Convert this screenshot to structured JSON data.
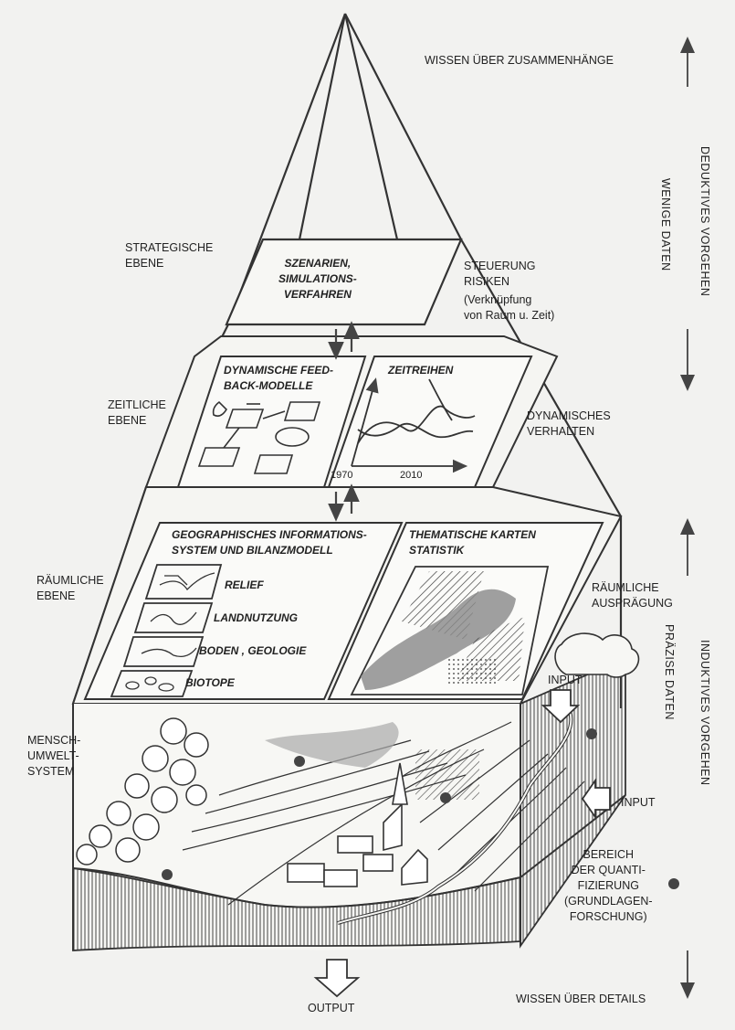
{
  "header": {
    "top_text": "WISSEN ÜBER ZUSAMMENHÄNGE",
    "bottom_text": "WISSEN ÜBER DETAILS"
  },
  "right_axis": {
    "deduktiv": "DEDUKTIVES VORGEHEN",
    "wenige": "WENIGE DATEN",
    "induktiv": "INDUKTIVES VORGEHEN",
    "praezise": "PRÄZISE DATEN"
  },
  "levels": {
    "strategisch": "STRATEGISCHE\nEBENE",
    "zeitlich": "ZEITLICHE\nEBENE",
    "raeumlich": "RÄUMLICHE\nEBENE",
    "mensch": "MENSCH-\nUMWELT-\nSYSTEM"
  },
  "right_notes": {
    "steuerung": "STEUERUNG\nRISIKEN",
    "verknuepfung": "(Verknüpfung\nvon Raum u. Zeit)",
    "dynamisches": "DYNAMISCHES\nVERHALTEN",
    "raeumliche_auspr": "RÄUMLICHE\nAUSPRÄGUNG",
    "input_1": "INPUT",
    "input_2": "INPUT",
    "bereich": "BEREICH\nDER QUANTI-\nFIZIERUNG\n(GRUNDLAGEN-\nFORSCHUNG)",
    "output": "OUTPUT"
  },
  "panels": {
    "szenarien": "SZENARIEN,\nSIMULATIONS-\nVERFAHREN",
    "feedback": "DYNAMISCHE FEED-\nBACK-MODELLE",
    "zeitreihen": "ZEITREIHEN",
    "year_start": "1970",
    "year_end": "2010",
    "gis": "GEOGRAPHISCHES INFORMATIONS-\nSYSTEM UND BILANZMODELL",
    "thematische": "THEMATISCHE KARTEN\nSTATISTIK",
    "layers": [
      "RELIEF",
      "LANDNUTZUNG",
      "BODEN , GEOLOGIE",
      "BIOTOPE"
    ]
  }
}
